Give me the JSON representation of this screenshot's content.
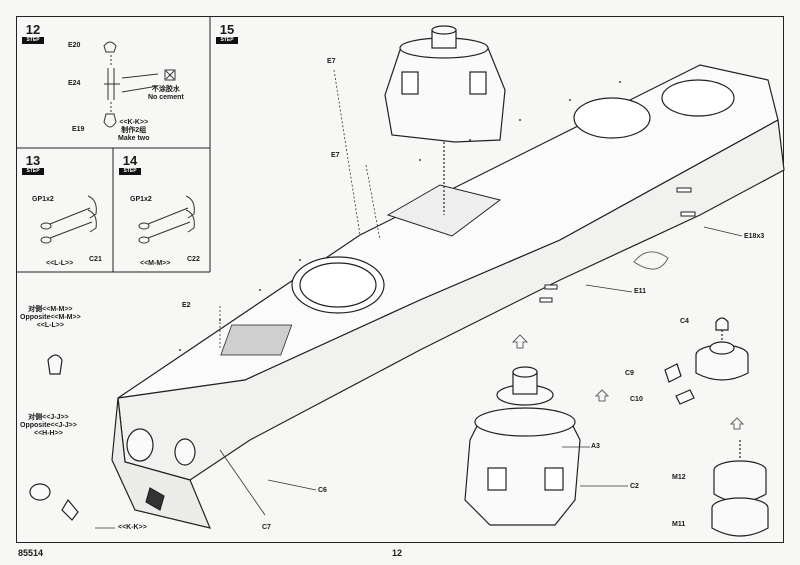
{
  "footer": {
    "code": "85514",
    "page_number": "12"
  },
  "steps": [
    {
      "num": "12",
      "tag": "STEP"
    },
    {
      "num": "15",
      "tag": "STEP"
    },
    {
      "num": "13",
      "tag": "STEP"
    },
    {
      "num": "14",
      "tag": "STEP"
    }
  ],
  "step12": {
    "parts": [
      "E20",
      "E24",
      "E19"
    ],
    "no_cement_cn": "不涂胶水",
    "no_cement_en": "No cement",
    "set_label": "<<K-K>>",
    "make_two_cn": "制作2组",
    "make_two_en": "Make two"
  },
  "step13": {
    "part_a": "GP1x2",
    "part_b": "C21",
    "set_label": "<<L-L>>"
  },
  "step14": {
    "part_a": "GP1x2",
    "part_b": "C22",
    "set_label": "<<M-M>>"
  },
  "step15": {
    "parts": {
      "e7_top": "E7",
      "e7_mid": "E7",
      "e18": "E18x3",
      "e11": "E11",
      "e2": "E2",
      "c4": "C4",
      "c9": "C9",
      "c10": "C10",
      "a3": "A3",
      "c2": "C2",
      "m12": "M12",
      "m11": "M11",
      "c6": "C6",
      "c7": "C7"
    },
    "opposite1": {
      "cn": "对侧<<M-M>>",
      "en": "Opposite<<M-M>>",
      "extra": "<<L-L>>"
    },
    "opposite2": {
      "cn": "对侧<<J-J>>",
      "en": "Opposite<<J-J>>",
      "extra": "<<H-H>>"
    },
    "kk_label": "<<K-K>>"
  }
}
